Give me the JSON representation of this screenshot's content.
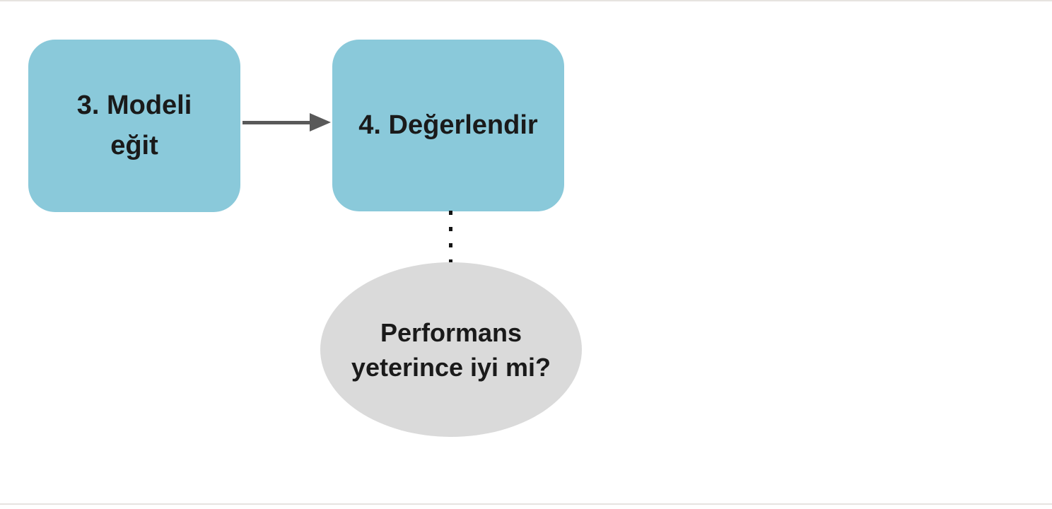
{
  "page": {
    "background": "#ffffff",
    "edge_hairline_color": "#dedad6"
  },
  "diagram": {
    "type": "flowchart",
    "nodes": [
      {
        "id": "train-model",
        "shape": "rounded-rect",
        "fill": "#8ac9da",
        "text_color": "#1a1a1a",
        "lines": [
          "3. Modeli",
          "eğit"
        ]
      },
      {
        "id": "evaluate",
        "shape": "rounded-rect",
        "fill": "#8ac9da",
        "text_color": "#1a1a1a",
        "lines": [
          "4. Değerlendir"
        ]
      },
      {
        "id": "performance-question",
        "shape": "ellipse",
        "fill": "#dadada",
        "text_color": "#1a1a1a",
        "lines": [
          "Performans",
          "yeterince iyi mi?"
        ]
      }
    ],
    "connectors": [
      {
        "from": "train-model",
        "to": "evaluate",
        "type": "solid-arrow",
        "direction": "right",
        "color": "#595959"
      },
      {
        "from": "evaluate",
        "to": "performance-question",
        "type": "dotted-line",
        "direction": "down",
        "color": "#151515"
      }
    ]
  }
}
